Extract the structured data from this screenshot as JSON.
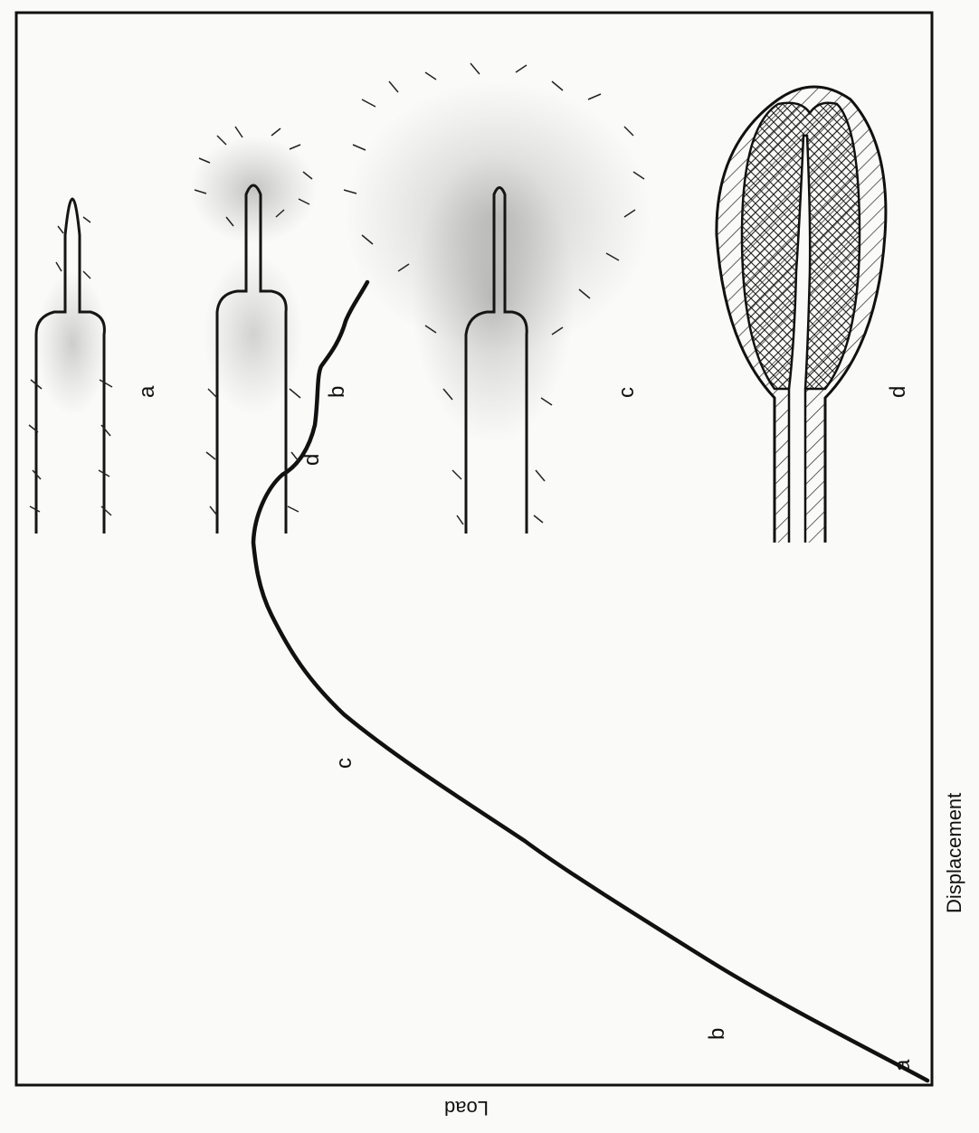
{
  "figure": {
    "axes": {
      "x_label": "Displacement",
      "y_label": "Load"
    },
    "curve_points": [
      {
        "label": "a"
      },
      {
        "label": "b"
      },
      {
        "label": "c"
      },
      {
        "label": "d"
      }
    ],
    "panels": [
      {
        "label": "a"
      },
      {
        "label": "b"
      },
      {
        "label": "c"
      },
      {
        "label": "d"
      }
    ],
    "colors": {
      "ink": "#111111",
      "paper": "#fafaf8"
    }
  }
}
